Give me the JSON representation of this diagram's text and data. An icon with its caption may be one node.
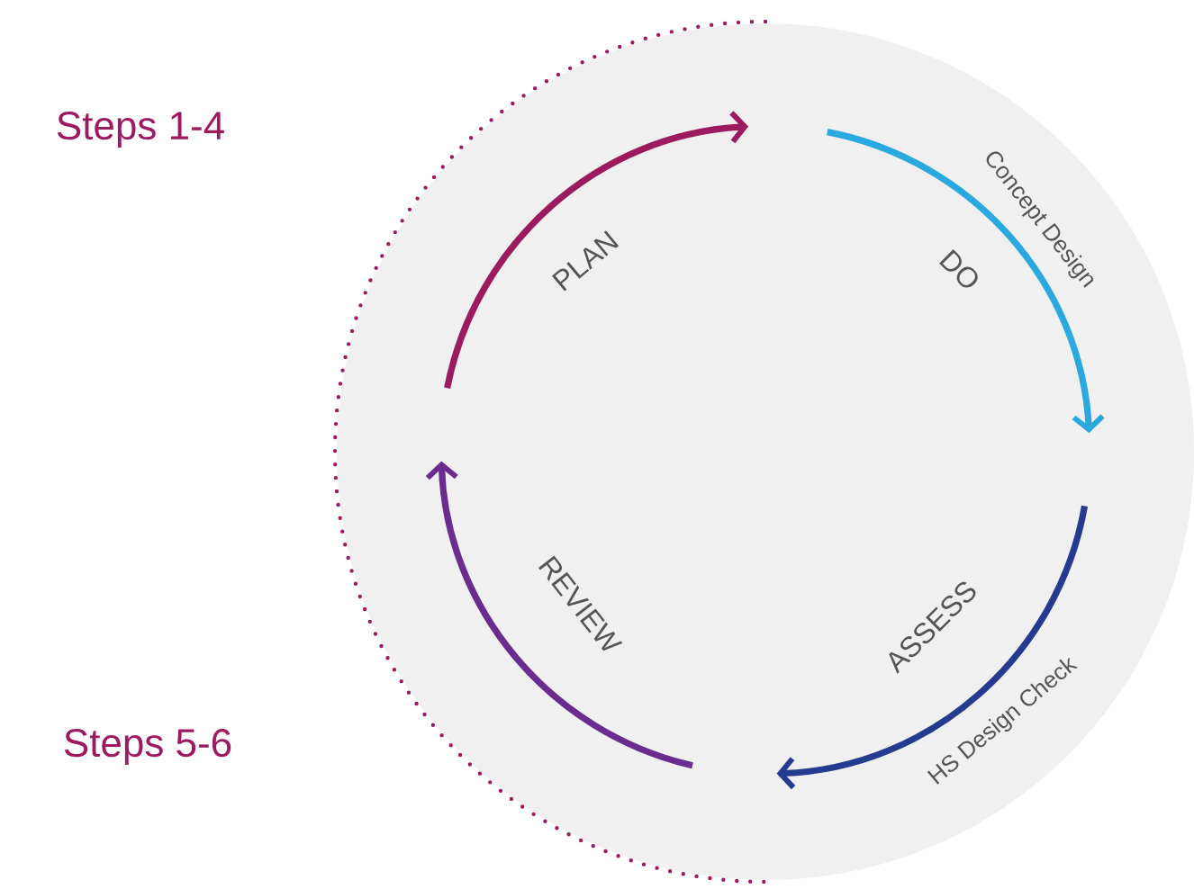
{
  "diagram": {
    "labels": [
      "Steps 1-4",
      "PLAN",
      "Concept Design",
      "DO",
      "REVIEW",
      "ASSESS",
      "Steps 5-6",
      "HS Design Check"
    ]
  }
}
